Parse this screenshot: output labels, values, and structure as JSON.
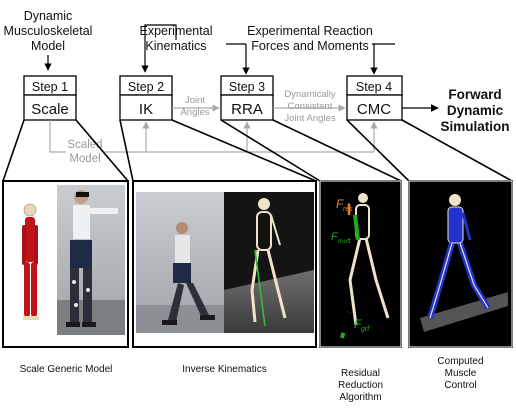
{
  "inputs": {
    "model_line1": "Dynamic",
    "model_line2": "Musculoskeletal",
    "model_line3": "Model",
    "kinematics_line1": "Experimental",
    "kinematics_line2": "Kinematics",
    "forces_line1": "Experimental Reaction",
    "forces_line2": "Forces and Moments"
  },
  "steps": [
    {
      "header": "Step 1",
      "name": "Scale"
    },
    {
      "header": "Step 2",
      "name": "IK"
    },
    {
      "header": "Step 3",
      "name": "RRA"
    },
    {
      "header": "Step 4",
      "name": "CMC"
    }
  ],
  "flow_labels": {
    "joint_angles_line1": "Joint",
    "joint_angles_line2": "Angles",
    "consistent_line1": "Dynamically",
    "consistent_line2": "Consistent",
    "consistent_line3": "Joint Angles",
    "scaled_line1": "Scaled",
    "scaled_line2": "Model"
  },
  "output": {
    "line1": "Forward",
    "line2": "Dynamic",
    "line3": "Simulation"
  },
  "force_labels": {
    "res": "F",
    "res_sub": "res",
    "mus": "F",
    "mus_sub": "mus",
    "grf": "F",
    "grf_sub": "grf"
  },
  "captions": {
    "scale": "Scale Generic Model",
    "ik": "Inverse Kinematics",
    "rra_line1": "Residual",
    "rra_line2": "Reduction",
    "rra_line3": "Algorithm",
    "cmc_line1": "Computed",
    "cmc_line2": "Muscle",
    "cmc_line3": "Control"
  },
  "colors": {
    "box_stroke": "#000000",
    "gray_line": "#aaaaaa",
    "res_force": "#e8821e",
    "mus_force": "#22aa22",
    "grf_force": "#22aa22",
    "muscle_red": "#c0141a",
    "muscle_blue": "#2233cc"
  }
}
